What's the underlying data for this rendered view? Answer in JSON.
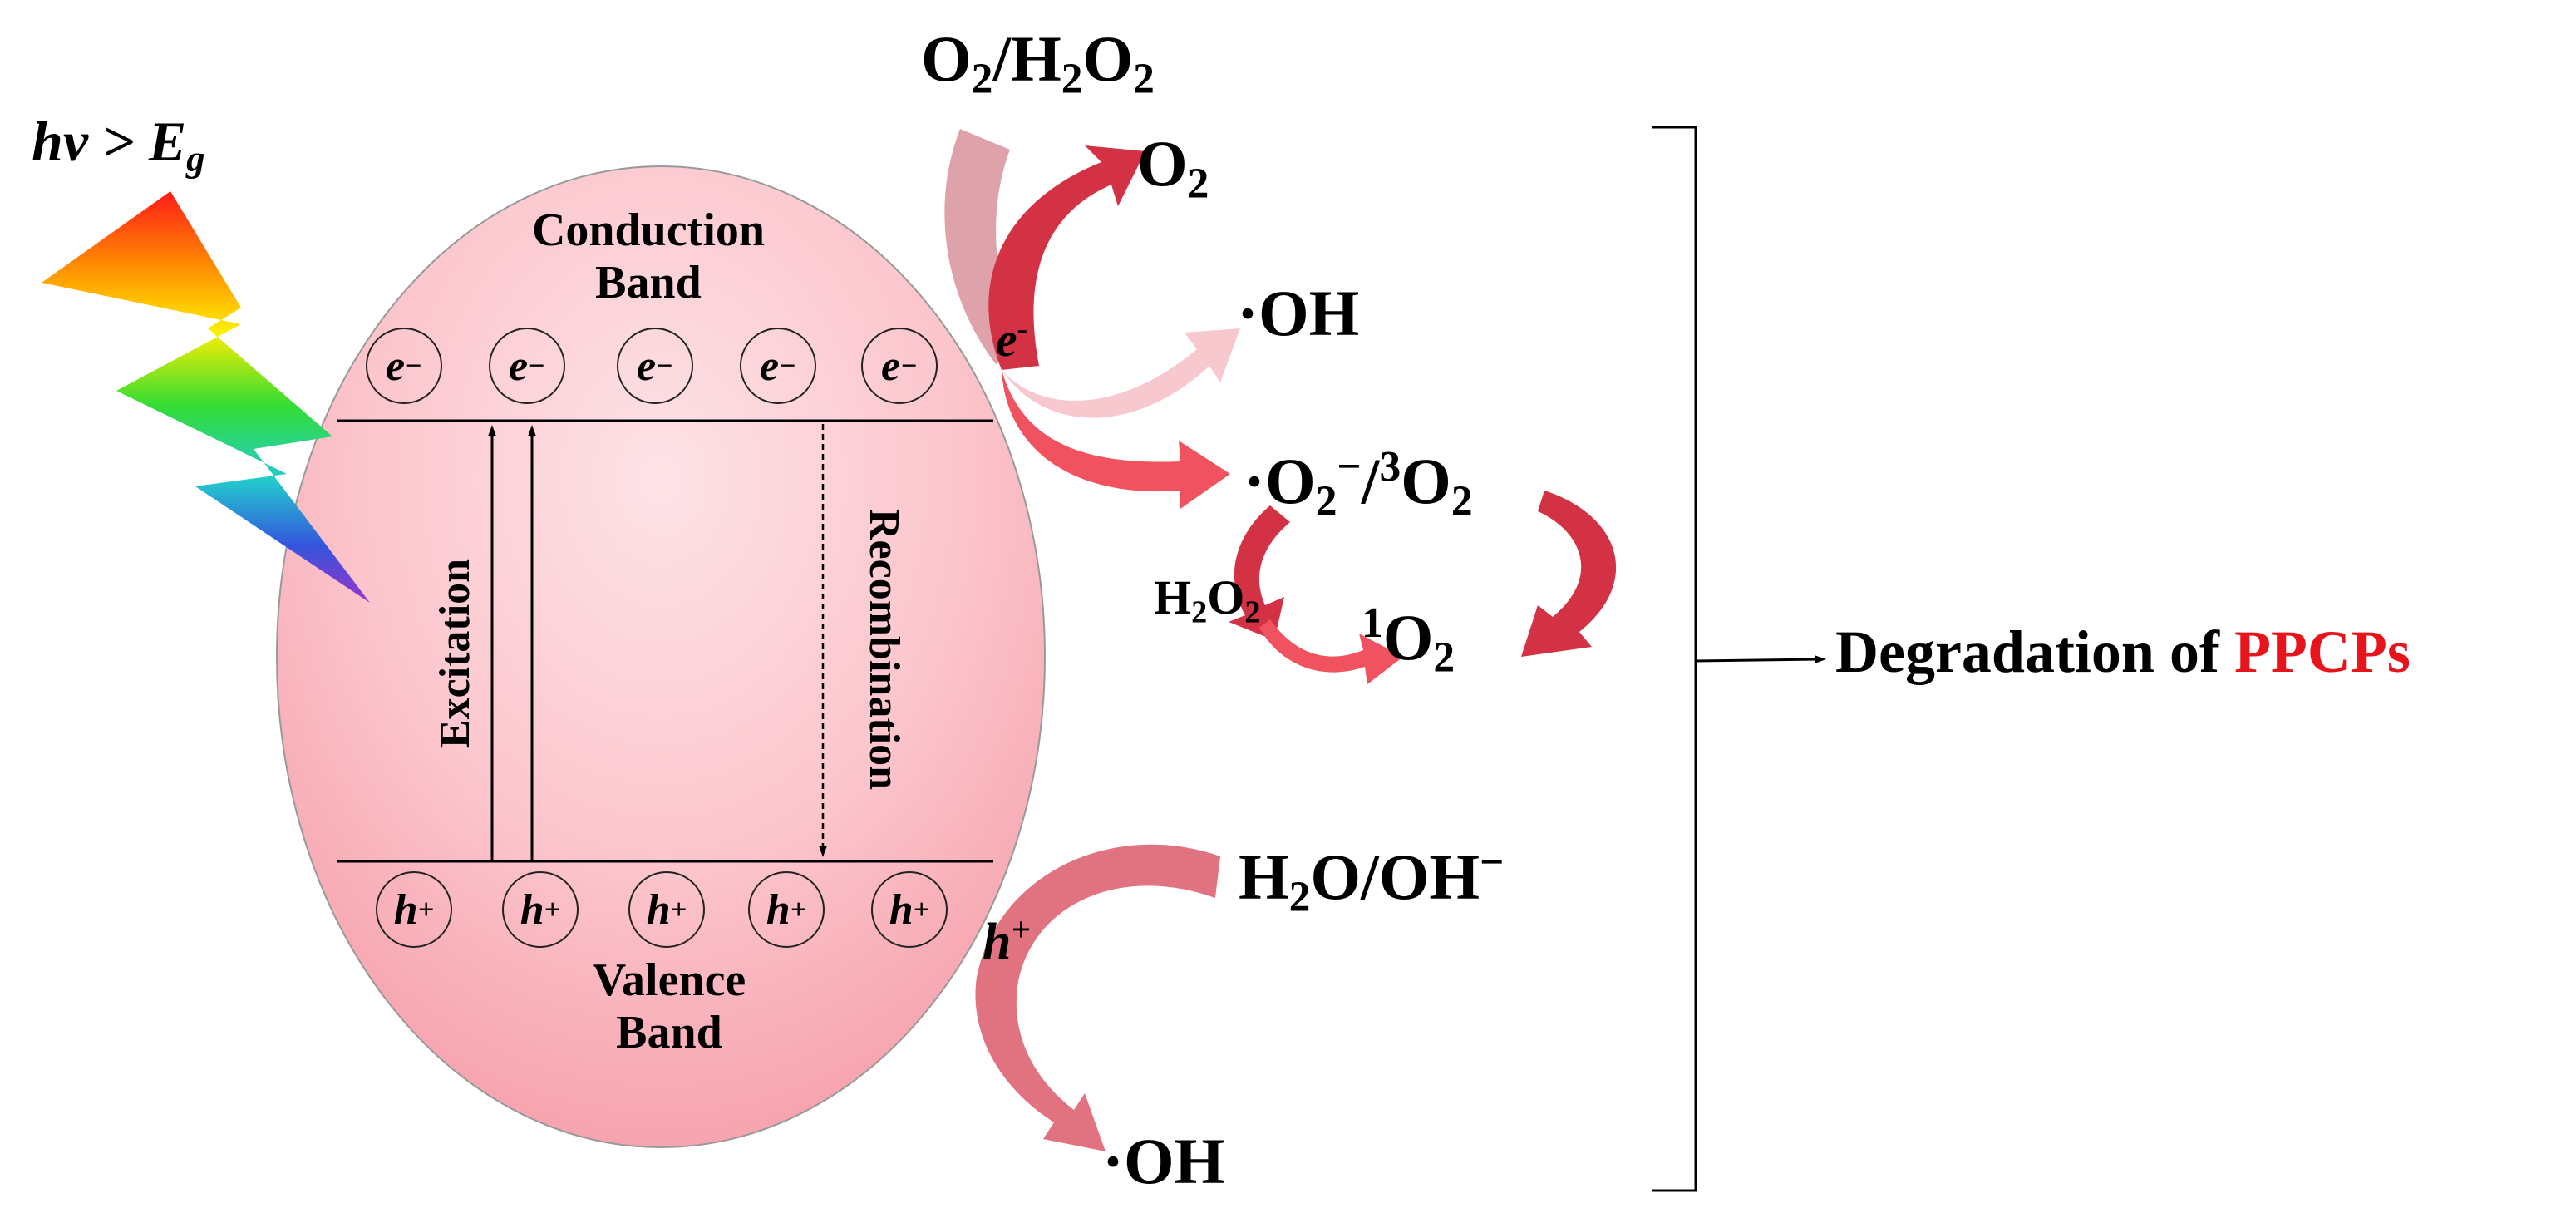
{
  "light_label": {
    "main": "hv > E",
    "sub": "g"
  },
  "conduction_band": {
    "line1": "Conduction",
    "line2": "Band"
  },
  "valence_band": {
    "line1": "Valence",
    "line2": "Band"
  },
  "electron_symbol": "e",
  "electron_charge": "−",
  "hole_symbol": "h",
  "hole_charge": "+",
  "electron_count": 5,
  "hole_count": 5,
  "excitation_label": "Excitation",
  "recombination_label": "Recombination",
  "species": {
    "o2_h2o2": {
      "a": "O",
      "a_sub": "2",
      "sep": "/H",
      "b_sub": "2",
      "c": "O",
      "c_sub": "2"
    },
    "o2": {
      "main": "O",
      "sub": "2"
    },
    "oh_top": "·OH",
    "superoxide": {
      "a": "·O",
      "a_sub": "2",
      "a_sup": "−",
      "sep": "/",
      "b_sup": "3",
      "b": "O",
      "b_sub": "2"
    },
    "h2o2_small": {
      "a": "H",
      "a_sub": "2",
      "b": "O",
      "b_sub": "2"
    },
    "singlet_o2": {
      "sup": "1",
      "main": "O",
      "sub": "2"
    },
    "h2o_oh": {
      "a": "H",
      "a_sub": "2",
      "b": "O/OH",
      "b_sup": "−"
    },
    "oh_bottom": "·OH"
  },
  "arrow_labels": {
    "electron": "e",
    "electron_sup": "-",
    "hole": "h",
    "hole_sup": "+"
  },
  "result": {
    "prefix": "Degradation of ",
    "highlight": "PPCPs"
  },
  "colors": {
    "highlight": "#e8141c",
    "particle_fill": "#fbc0c8",
    "arrow_dark": "#d23244",
    "arrow_light": "#f7c9ce"
  }
}
